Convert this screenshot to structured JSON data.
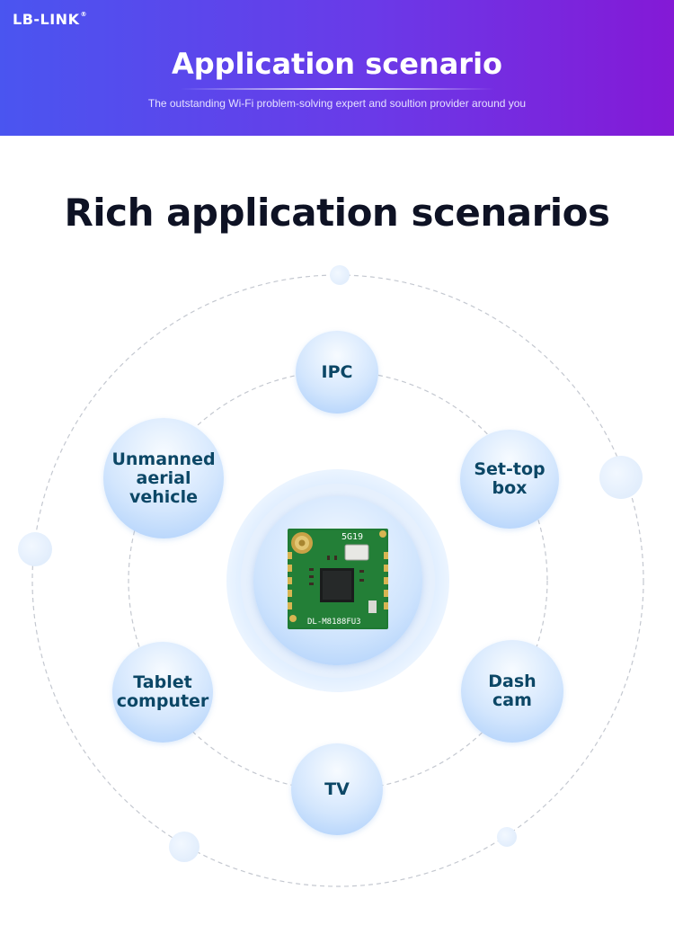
{
  "header": {
    "logo": "LB-LINK",
    "logo_mark": "®",
    "title": "Application scenario",
    "subtitle": "The outstanding Wi-Fi problem-solving expert and soultion provider around you"
  },
  "main": {
    "title": "Rich application scenarios"
  },
  "module": {
    "top_label": "5G19",
    "model_label": "DL-M8188FU3"
  },
  "scenarios": [
    {
      "lines": [
        "IPC"
      ]
    },
    {
      "lines": [
        "Set-top",
        "box"
      ]
    },
    {
      "lines": [
        "Dash",
        "cam"
      ]
    },
    {
      "lines": [
        "TV"
      ]
    },
    {
      "lines": [
        "Tablet",
        "computer"
      ]
    },
    {
      "lines": [
        "Unmanned",
        "aerial",
        "vehicle"
      ]
    }
  ],
  "colors": {
    "banner_start": "#4a55f0",
    "banner_end": "#8419d6",
    "bubble_text": "#0c4766",
    "title_text": "#0e1224",
    "pcb_green": "#1f7a33"
  }
}
